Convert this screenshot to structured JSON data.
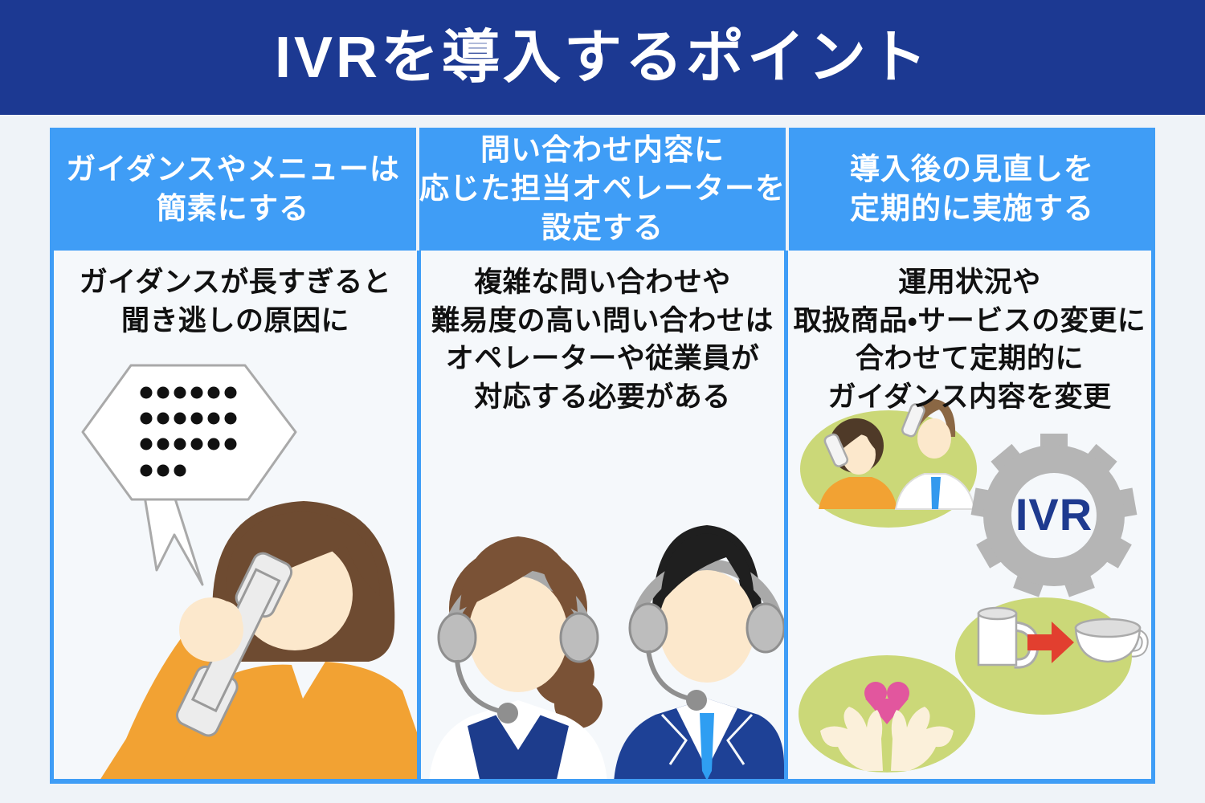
{
  "banner": {
    "title": "IVRを導入するポイント"
  },
  "columns": [
    {
      "header_lines": [
        "ガイダンスやメニューは",
        "簡素にする"
      ],
      "body_lines": [
        "ガイダンスが長すぎると",
        "聞き逃しの原因に"
      ],
      "illustration": "woman-on-phone-with-long-speech-bubble"
    },
    {
      "header_lines": [
        "問い合わせ内容に",
        "応じた担当オペレーターを",
        "設定する"
      ],
      "body_lines": [
        "複雑な問い合わせや",
        "難易度の高い問い合わせは",
        "オペレーターや従業員が",
        "対応する必要がある"
      ],
      "illustration": "two-call-center-operators"
    },
    {
      "header_lines": [
        "導入後の見直しを",
        "定期的に実施する"
      ],
      "body_lines": [
        "運用状況や",
        "取扱商品・サービスの変更に",
        "合わせて定期的に",
        "ガイダンス内容を変更"
      ],
      "illustration": "review-cycle-icons",
      "gear_label": "IVR"
    }
  ],
  "colors": {
    "banner_bg": "#1c3992",
    "header_bg": "#3f9df6",
    "page_bg": "#eff3f8",
    "panel_bg": "#f5f8fb",
    "text_dark": "#111111",
    "text_white": "#ffffff",
    "gear_gray": "#b5b5b5",
    "ivr_navy": "#1e3a8f",
    "olive_oval": "#cbd878",
    "orange": "#f2a233",
    "skin": "#fce8cc",
    "hair_brown": "#6e4b31",
    "hair_black": "#1f1f1f",
    "navy_suit": "#1e4196",
    "navy_vest": "#1d3c8c",
    "tie_blue": "#2f9ef2",
    "heart_pink": "#e2569e",
    "arrow_red": "#e23f2f",
    "phone_gray": "#ececec"
  }
}
